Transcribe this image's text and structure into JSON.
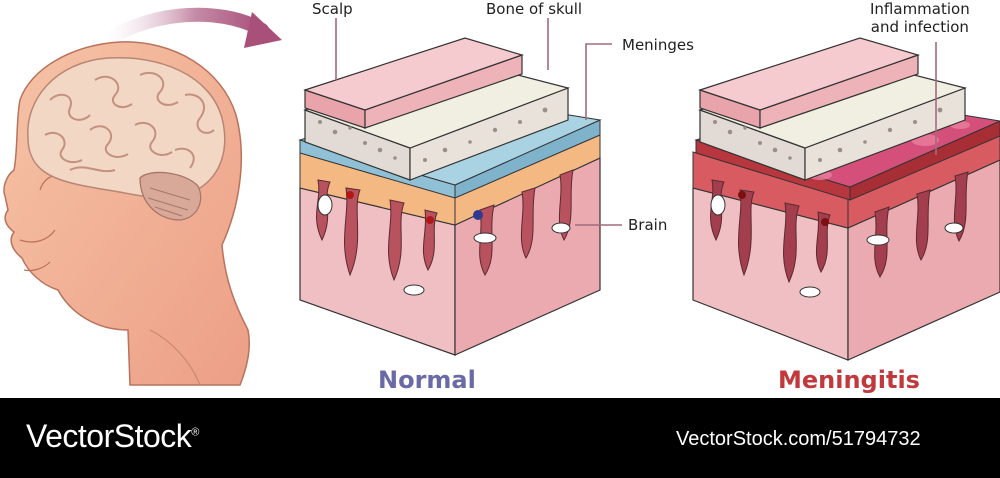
{
  "labels": {
    "scalp": "Scalp",
    "bone": "Bone of skull",
    "meninges": "Meninges",
    "brain": "Brain",
    "inflammation_line1": "Inflammation",
    "inflammation_line2": "and infection"
  },
  "captions": {
    "normal": "Normal",
    "meningitis": "Meningitis"
  },
  "footer": {
    "brand": "VectorStock",
    "registered_mark": "®",
    "image_ref": "VectorStock.com/51794732"
  },
  "colors": {
    "normal_caption": "#6a6aa6",
    "meningitis_caption": "#c0393d",
    "footer_bg": "#000000",
    "arrow": "#a8507a"
  },
  "icons": [
    "head-profile-icon",
    "brain-icon",
    "curved-arrow-icon"
  ]
}
